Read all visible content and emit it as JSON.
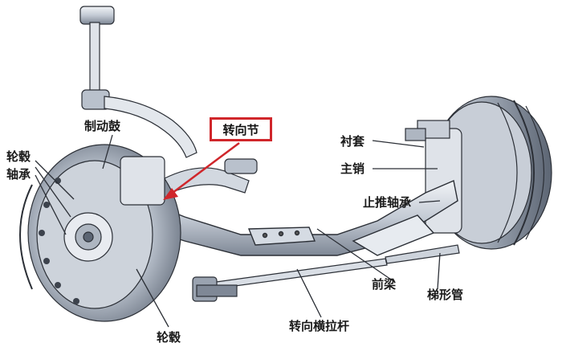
{
  "labels": {
    "brake_drum": "制动鼓",
    "hub_bearing_line1": "轮毂",
    "hub_bearing_line2": "轴承",
    "steering_knuckle": "转向节",
    "bushing": "衬套",
    "kingpin": "主销",
    "thrust_bearing": "止推轴承",
    "front_beam": "前梁",
    "trapezoid_tube": "梯形管",
    "wheel_hub": "轮毂",
    "tie_rod": "转向横拉杆"
  },
  "colors": {
    "highlight_box": "#d0262b",
    "highlight_arrow": "#d0262b",
    "metal_light": "#e4e8ee",
    "metal_mid": "#b7bfca",
    "metal_dark": "#6f7987",
    "outline": "#2b2f36"
  }
}
